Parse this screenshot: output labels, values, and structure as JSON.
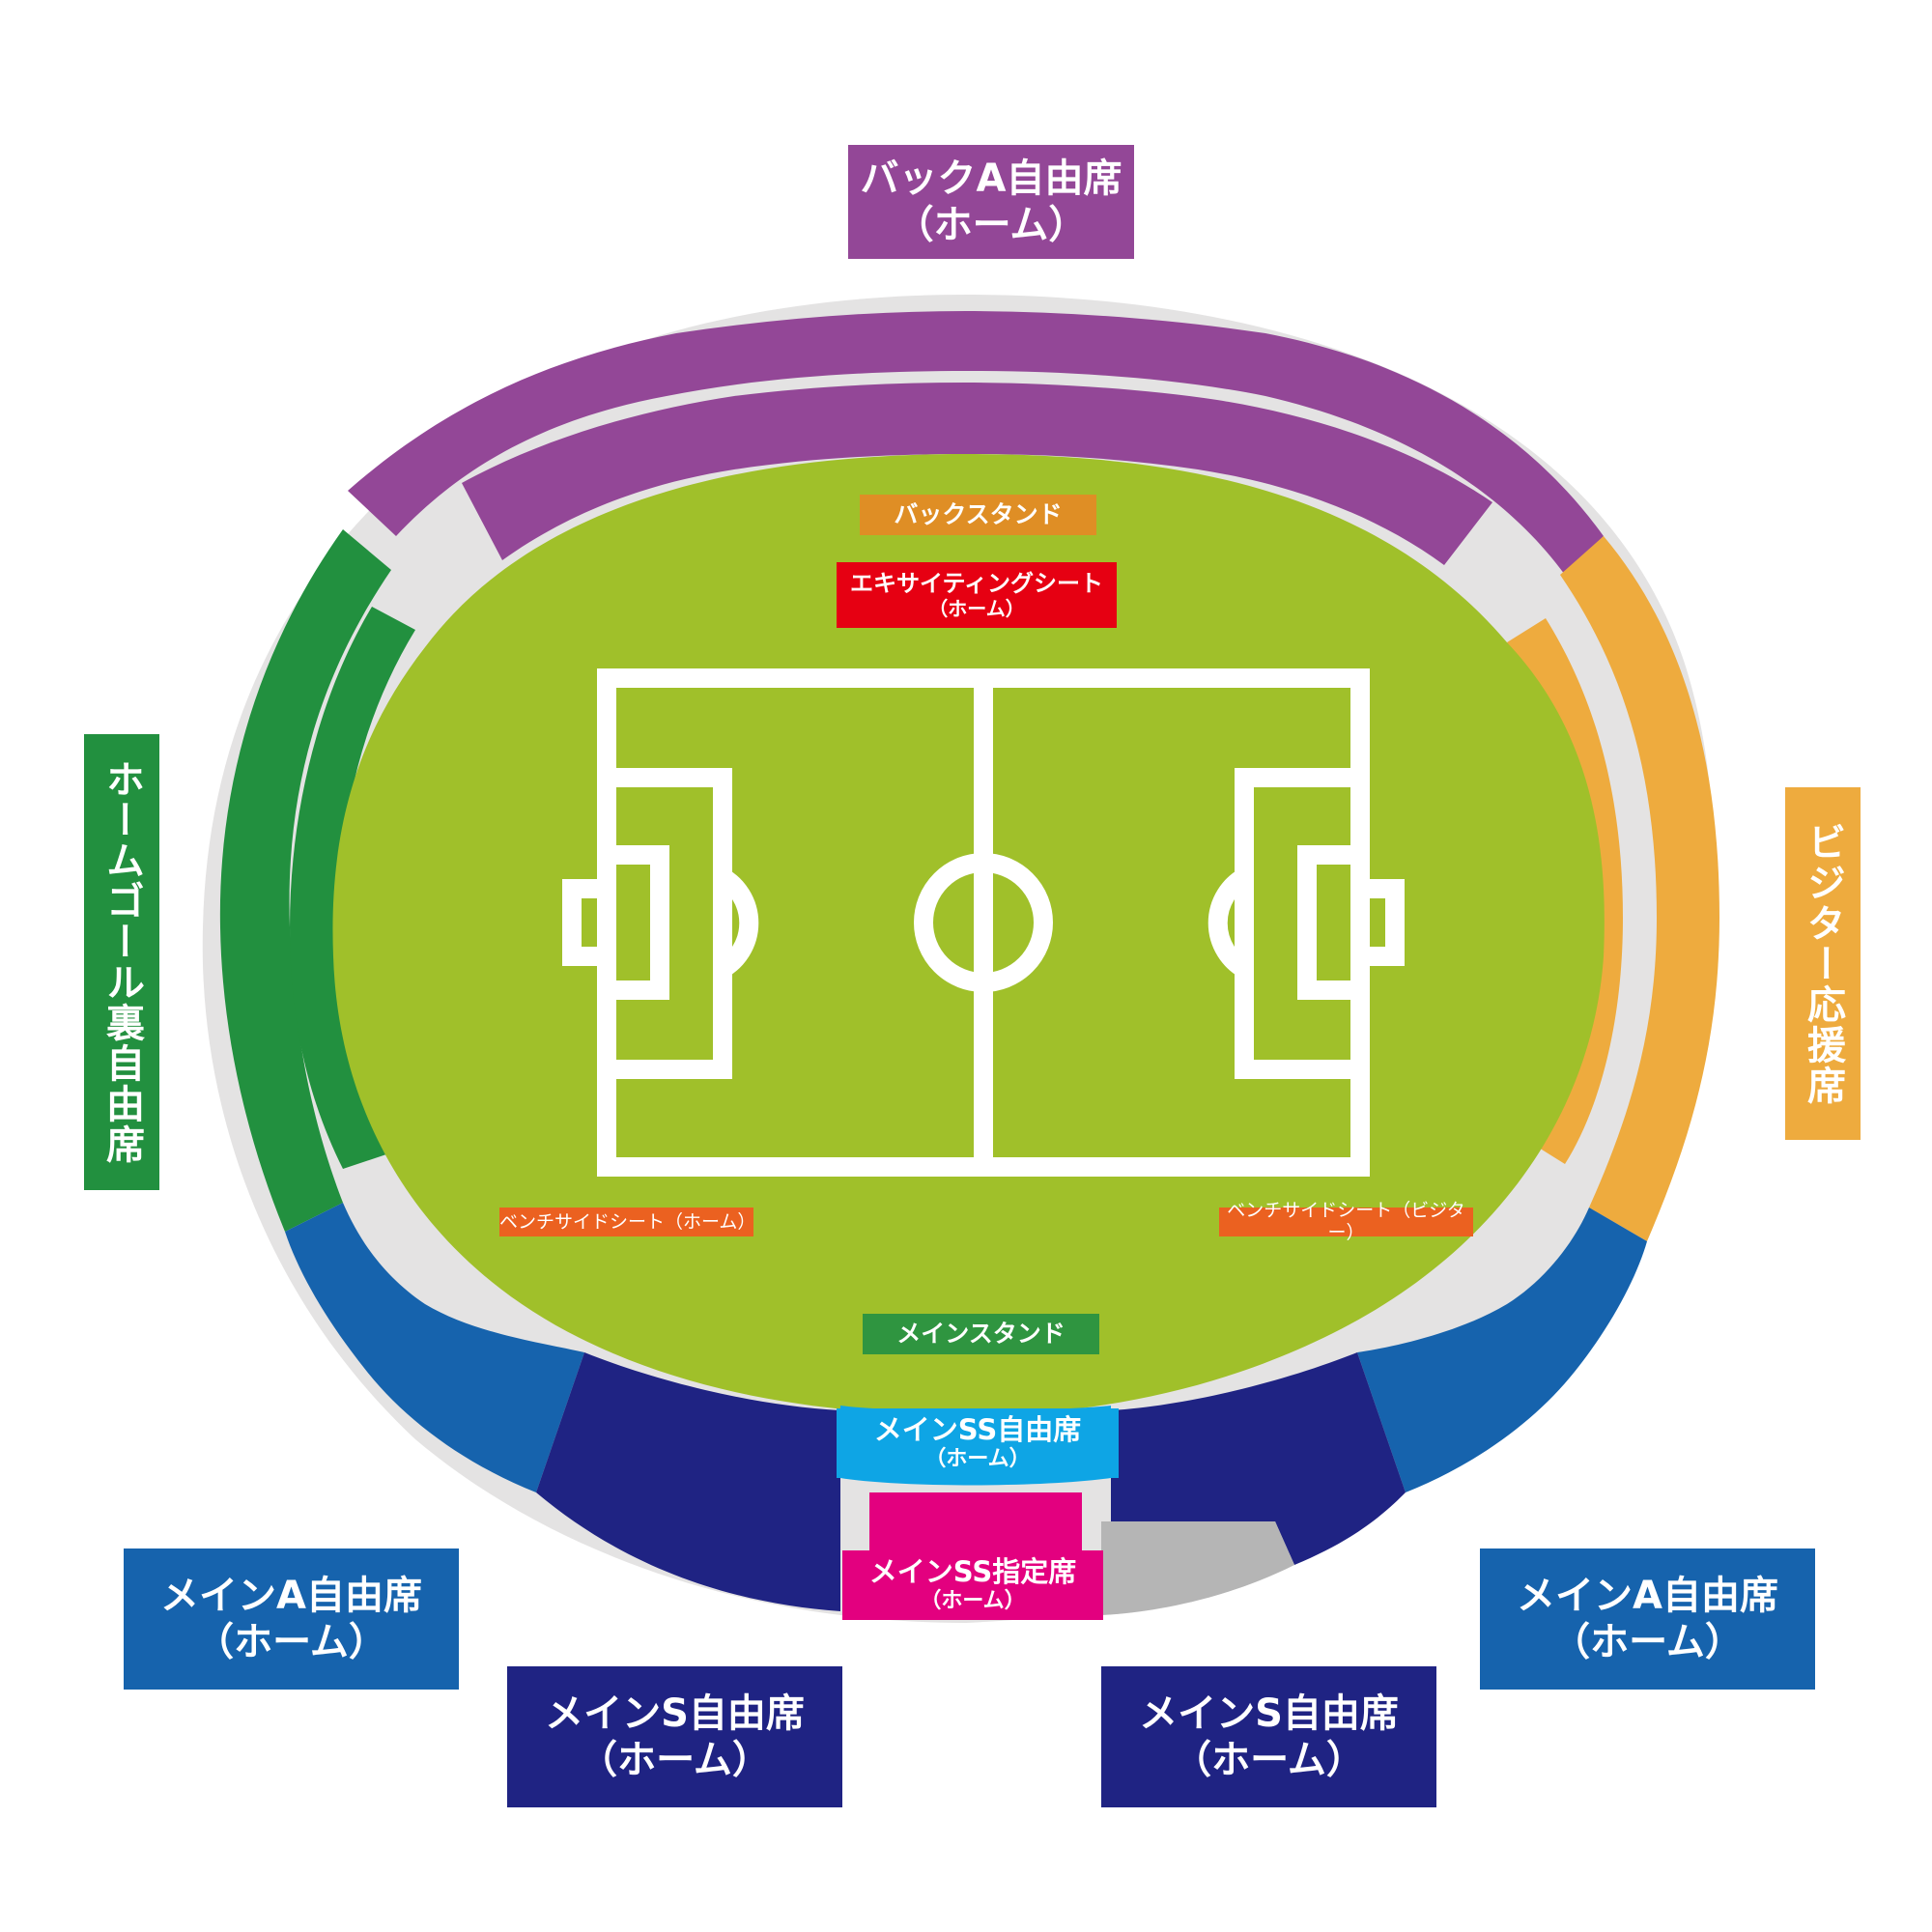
{
  "colors": {
    "outer_ring": "#e4e3e3",
    "pitch": "#a0c02a",
    "back_stand": "#934797",
    "home_goal": "#22903f",
    "visitor": "#eeab3e",
    "main_a": "#1663ad",
    "main_s": "#1f2383",
    "main_ss_free": "#0ea5e5",
    "main_ss_reserved": "#e3007f",
    "excite": "#e60012",
    "bench": "#eb6120",
    "back_label": "#df8e25",
    "main_label": "#2f9540",
    "blocked": "#b5b5b5"
  },
  "sections": {
    "back_a": {
      "line1": "バックA自由席",
      "line2": "（ホーム）"
    },
    "home_goal": {
      "text": "ホームゴール裏自由席"
    },
    "visitor": {
      "text": "ビジター応援席"
    },
    "back_stand": {
      "text": "バックスタンド"
    },
    "excite": {
      "line1": "エキサイティングシート",
      "line2": "（ホーム）"
    },
    "bench_home": {
      "text": "ベンチサイドシート（ホーム）"
    },
    "bench_visitor": {
      "text": "ベンチサイドシート（ビジター）"
    },
    "main_stand": {
      "text": "メインスタンド"
    },
    "main_ss_free": {
      "line1": "メインSS自由席",
      "line2": "（ホーム）"
    },
    "main_ss_reserved": {
      "line1": "メインSS指定席",
      "line2": "（ホーム）"
    },
    "main_a_left": {
      "line1": "メインA自由席",
      "line2": "（ホーム）"
    },
    "main_a_right": {
      "line1": "メインA自由席",
      "line2": "（ホーム）"
    },
    "main_s_left": {
      "line1": "メインS自由席",
      "line2": "（ホーム）"
    },
    "main_s_right": {
      "line1": "メインS自由席",
      "line2": "（ホーム）"
    }
  }
}
